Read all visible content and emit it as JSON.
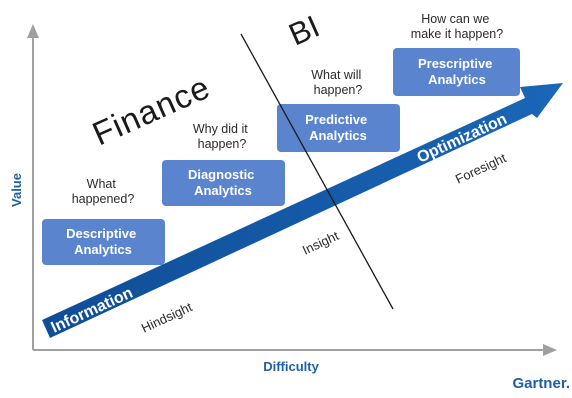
{
  "diagram": {
    "axes": {
      "y_label": "Value",
      "x_label": "Difficulty"
    },
    "stages": [
      {
        "id": "descriptive",
        "question": [
          "What",
          "happened?"
        ],
        "label": [
          "Descriptive",
          "Analytics"
        ]
      },
      {
        "id": "diagnostic",
        "question": [
          "Why did it",
          "happen?"
        ],
        "label": [
          "Diagnostic",
          "Analytics"
        ]
      },
      {
        "id": "predictive",
        "question": [
          "What will",
          "happen?"
        ],
        "label": [
          "Predictive",
          "Analytics"
        ]
      },
      {
        "id": "prescriptive",
        "question": [
          "How can we",
          "make it happen?"
        ],
        "label": [
          "Prescriptive",
          "Analytics"
        ]
      }
    ],
    "arrow": {
      "start_label": "Information",
      "end_label": "Optimization"
    },
    "sight_labels": {
      "hindsight": "Hindsight",
      "insight": "Insight",
      "foresight": "Foresight"
    },
    "annotations": {
      "left_region": "Finance",
      "right_region": "BI"
    },
    "brand": "Gartner.",
    "colors": {
      "accent": "#1f5fa8",
      "box": "#5b84cf",
      "arrow": "#1557a3"
    }
  }
}
